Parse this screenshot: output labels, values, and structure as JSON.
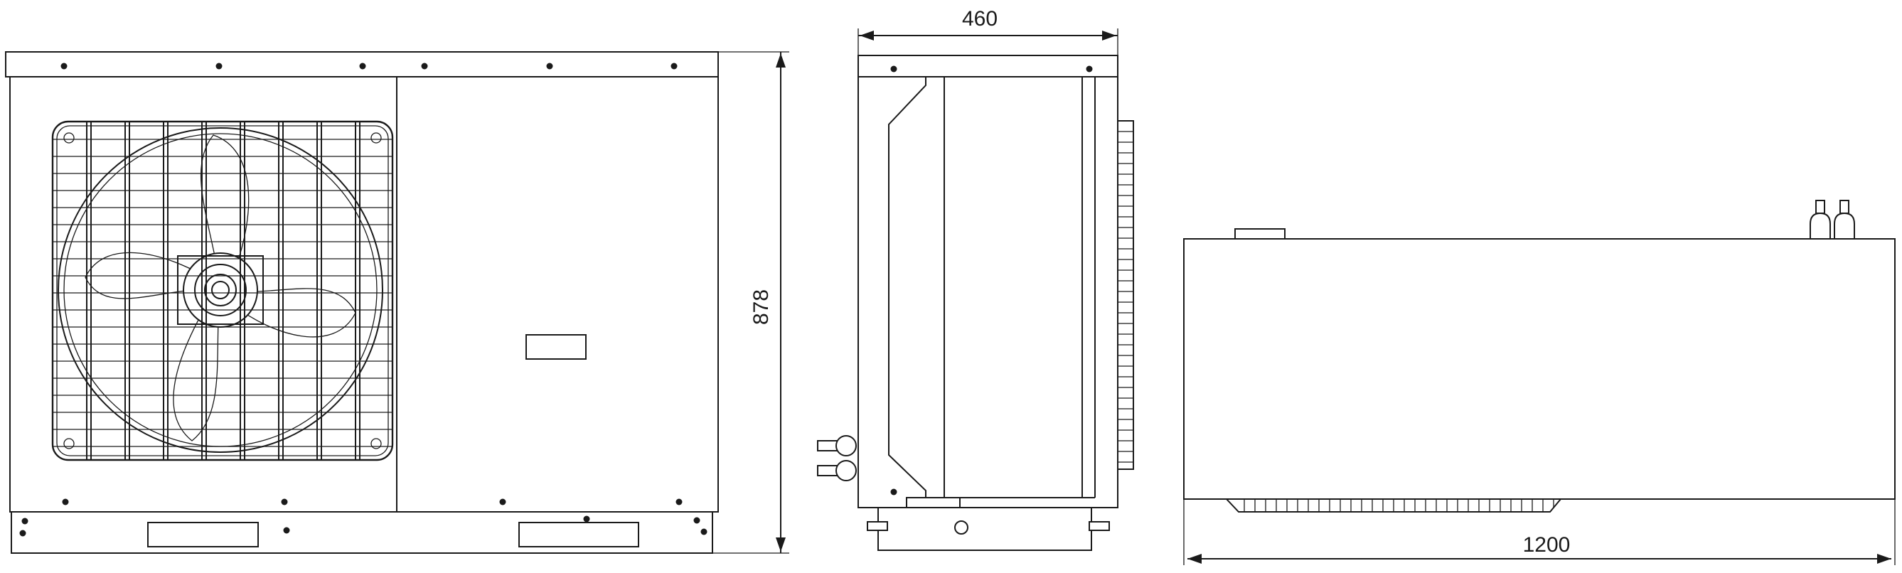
{
  "dimensions": {
    "height": "878",
    "depth": "460",
    "width": "1200"
  },
  "colors": {
    "line": "#1a1a1a",
    "background": "#ffffff"
  }
}
